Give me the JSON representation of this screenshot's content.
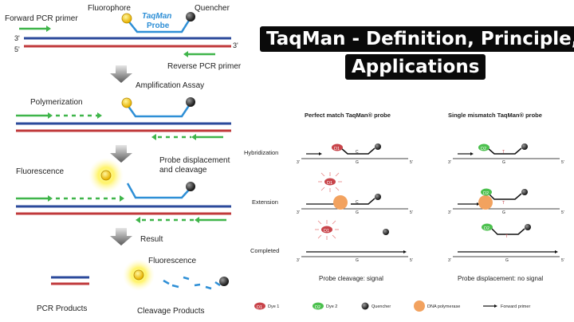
{
  "title": {
    "line1": "TaqMan - Definition, Principle,",
    "line2": "Applications"
  },
  "left_diagram": {
    "forward_primer": "Forward PCR primer",
    "fluorophore": "Fluorophore",
    "taqman_probe_1": "TaqMan",
    "taqman_probe_2": "Probe",
    "quencher": "Quencher",
    "strand_3": "3'",
    "strand_5": "5'",
    "strand_3_right": "3'",
    "reverse_primer": "Reverse PCR primer",
    "amplification_assay": "Amplification Assay",
    "polymerization": "Polymerization",
    "fluorescence_1": "Fluorescence",
    "probe_displacement_1": "Probe displacement",
    "probe_displacement_2": "and cleavage",
    "result": "Result",
    "fluorescence_2": "Fluorescence",
    "pcr_products": "PCR Products",
    "cleavage_products": "Cleavage Products"
  },
  "right_diagram": {
    "perfect_header": "Perfect match TaqMan® probe",
    "mismatch_header": "Single mismatch TaqMan® probe",
    "row_hybridization": "Hybridization",
    "row_extension": "Extension",
    "row_completed": "Completed",
    "perfect_footer": "Probe cleavage: signal",
    "mismatch_footer": "Probe displacement: no signal",
    "d1": "D1",
    "d2": "D2",
    "base_c": "C",
    "base_g": "G",
    "base_t": "T",
    "prime_3": "3'",
    "prime_5": "5'",
    "legend": {
      "d1": "D1",
      "dye1": "Dye 1",
      "d2": "D2",
      "dye2": "Dye 2",
      "quencher": "Quencher",
      "polymerase": "DNA polymerase",
      "forward_primer": "Forward primer"
    }
  },
  "colors": {
    "blue_strand": "#2b4a9b",
    "red_strand": "#c0393b",
    "green_primer": "#3fb54a",
    "probe_blue": "#2e8fd6",
    "dye1_red": "#c8444a",
    "dye2_green": "#4cc04e",
    "polymerase_orange": "#f2a25f"
  }
}
